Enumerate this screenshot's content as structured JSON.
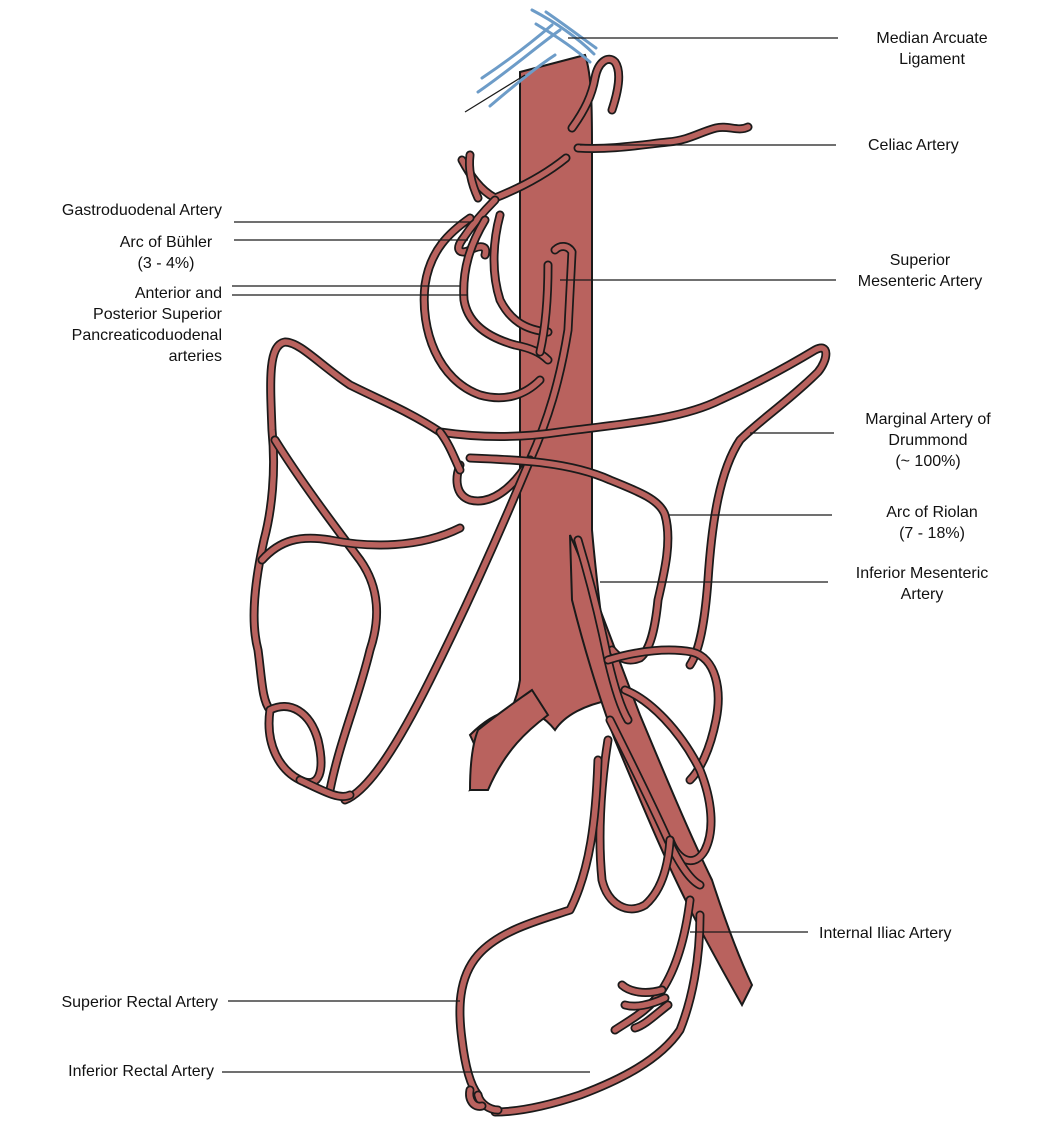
{
  "colors": {
    "artery_fill": "#b9625e",
    "outline": "#1a1a1a",
    "ligament": "#6d9cc8",
    "leader_line": "#1a1a1a",
    "background": "#ffffff"
  },
  "labels": {
    "median_arcuate": [
      "Median Arcuate",
      "Ligament"
    ],
    "celiac": [
      "Celiac Artery"
    ],
    "gastroduodenal": [
      "Gastroduodenal Artery"
    ],
    "buhler": [
      "Arc of Bühler",
      "(3 - 4%)"
    ],
    "pancreaticoduodenal": [
      "Anterior and",
      "Posterior Superior",
      "Pancreaticoduodenal",
      "arteries"
    ],
    "sma": [
      "Superior",
      "Mesenteric Artery"
    ],
    "drummond": [
      "Marginal Artery of",
      "Drummond",
      "(~ 100%)"
    ],
    "riolan": [
      "Arc of Riolan",
      "(7 - 18%)"
    ],
    "ima": [
      "Inferior Mesenteric",
      "Artery"
    ],
    "internal_iliac": [
      "Internal Iliac Artery"
    ],
    "superior_rectal": [
      "Superior Rectal Artery"
    ],
    "inferior_rectal": [
      "Inferior Rectal Artery"
    ]
  }
}
